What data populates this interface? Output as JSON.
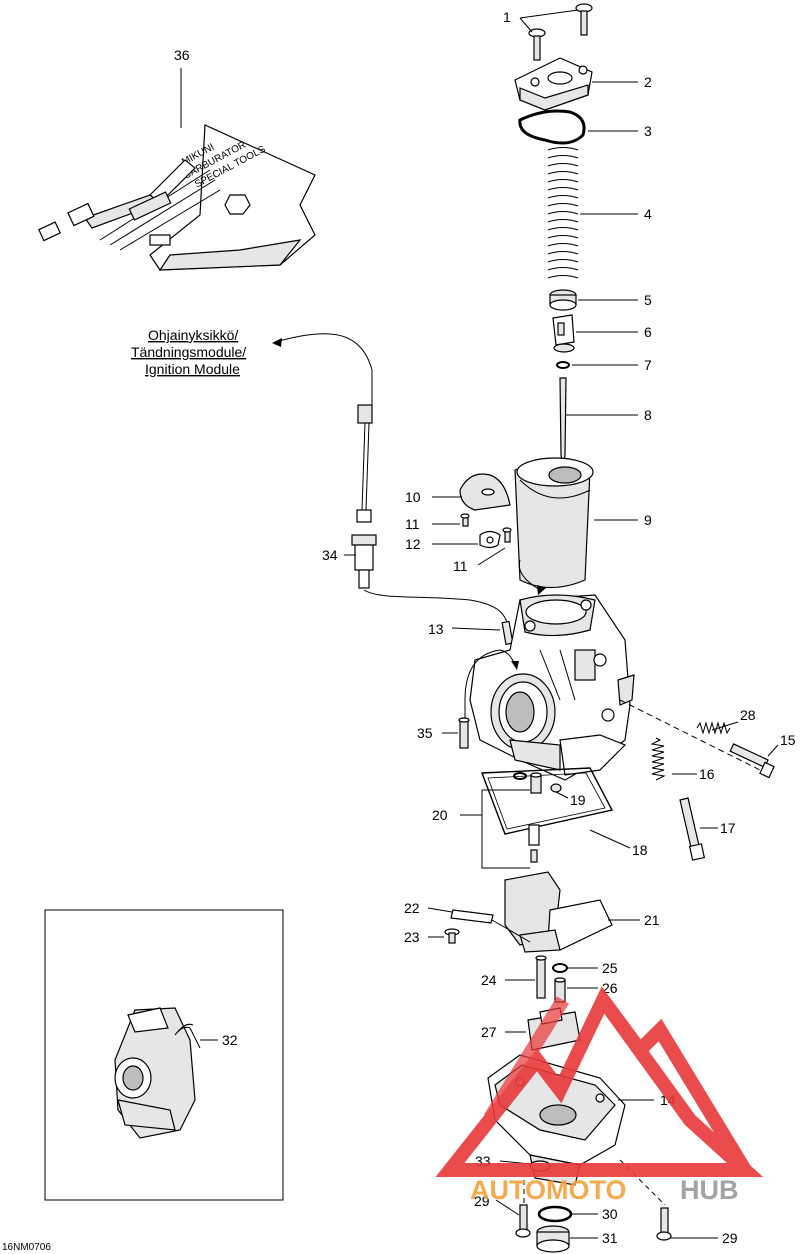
{
  "figure": {
    "code": "16NM0706",
    "reference_lines": [
      "Ohjainyksikkö/",
      "Tändningsmodule/",
      "Ignition Module"
    ],
    "tool_kit_text": [
      "MIKUNI",
      "CARBURATOR",
      "SPECIAL TOOLS"
    ]
  },
  "callouts": {
    "c1": "1",
    "c2": "2",
    "c3": "3",
    "c4": "4",
    "c5": "5",
    "c6": "6",
    "c7": "7",
    "c8": "8",
    "c9": "9",
    "c10": "10",
    "c11a": "11",
    "c11b": "11",
    "c12": "12",
    "c13": "13",
    "c14": "14",
    "c15": "15",
    "c16": "16",
    "c17": "17",
    "c18": "18",
    "c19": "19",
    "c20": "20",
    "c21": "21",
    "c22": "22",
    "c23": "23",
    "c24": "24",
    "c25": "25",
    "c26": "26",
    "c27": "27",
    "c28": "28",
    "c29a": "29",
    "c29b": "29",
    "c30": "30",
    "c31": "31",
    "c32": "32",
    "c33": "33",
    "c34": "34",
    "c35": "35",
    "c36": "36"
  },
  "watermark": {
    "auto": "AUTO",
    "moto": "MOTO",
    "hub": "HUB",
    "color_red": "#e8393b",
    "color_orange": "#f2a23a",
    "color_gray": "#9a9a9a"
  }
}
